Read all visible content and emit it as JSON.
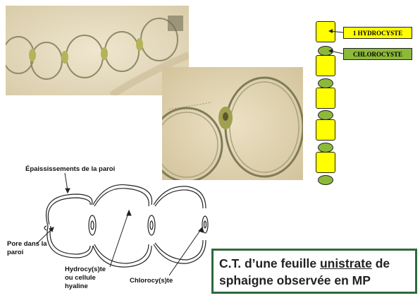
{
  "legend": {
    "hydrocyste": "1  HYDROCYSTE",
    "chlorocyste": "CHLOROCYSTE"
  },
  "labels": {
    "epaississements": "Épaississements de  la paroi",
    "pore": "Pore dans la paroi",
    "hydrocyte": "Hydrocy(s)te ou cellule hyaline",
    "chlorocyte": "Chlorocy(s)te"
  },
  "caption": {
    "part1": "C.T. d’une feuille ",
    "underlined": "unistrate",
    "part2": " de sphaigne observée en MP"
  },
  "colors": {
    "hydrocyste": "#ffff00",
    "chlorocyste": "#8db93a",
    "caption_border": "#2d6a3e"
  }
}
